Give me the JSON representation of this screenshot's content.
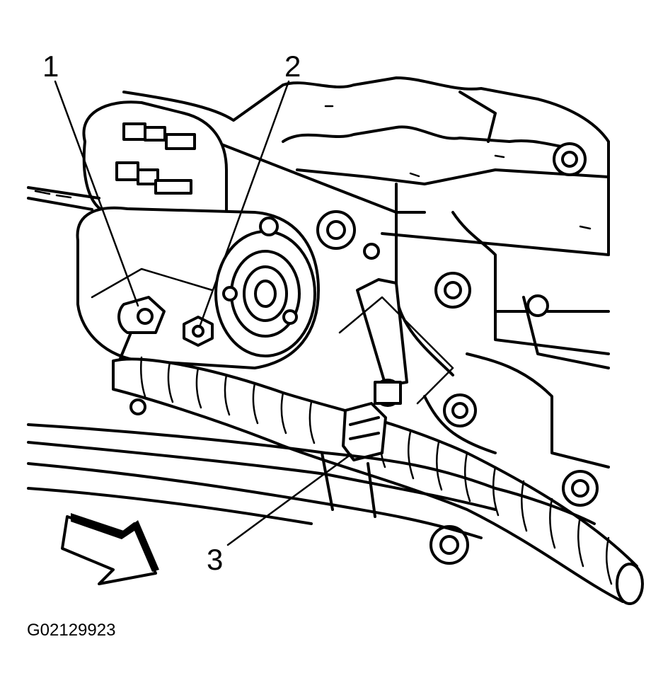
{
  "callouts": {
    "c1": "1",
    "c2": "2",
    "c3": "3"
  },
  "figure_id": "G02129923",
  "icons": {
    "direction_arrow": "forward-arrow-icon"
  },
  "colors": {
    "line": "#000000",
    "background": "#ffffff"
  }
}
